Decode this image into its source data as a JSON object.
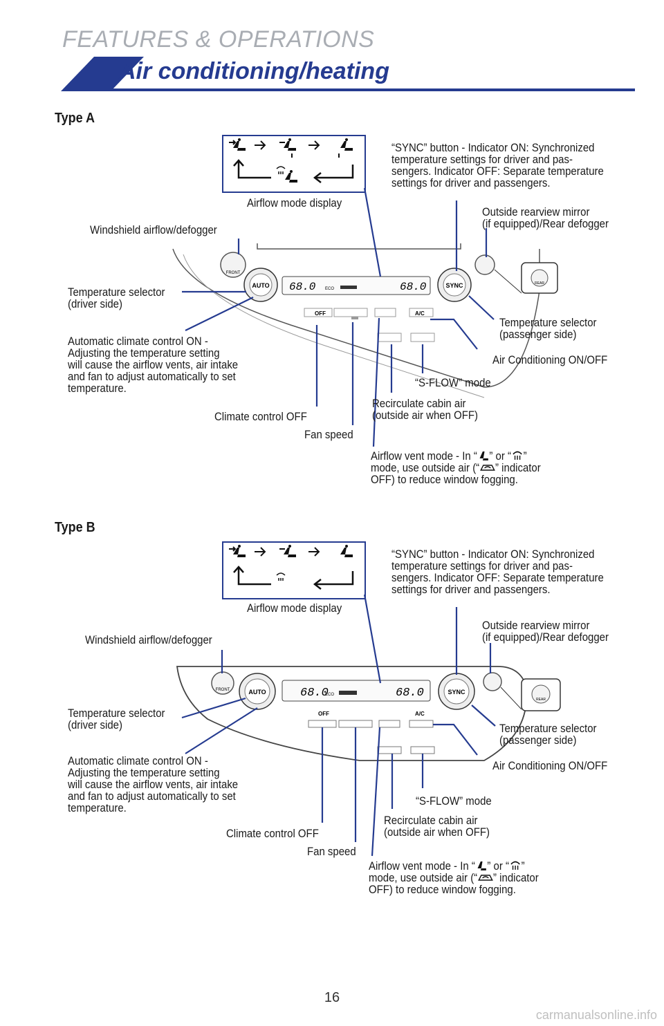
{
  "header": {
    "section": "FEATURES & OPERATIONS",
    "title": "Air conditioning/heating"
  },
  "colors": {
    "accent": "#253b90",
    "callout_line": "#253b90",
    "section_gray": "#a9adb3"
  },
  "type_a": {
    "label": "Type A",
    "airflow_display": "Airflow mode display",
    "sync": "“SYNC” button - Indicator ON: Synchronized\ntemperature settings for driver and pas-\nsengers. Indicator OFF: Separate temperature\nsettings for driver and passengers.",
    "windshield": "Windshield airflow/defogger",
    "mirror": "Outside rearview mirror\n(if equipped)/Rear defogger",
    "temp_driver": "Temperature selector\n(driver side)",
    "temp_passenger": "Temperature selector\n(passenger side)",
    "auto": "Automatic climate control ON -\nAdjusting the temperature setting\nwill cause the airflow vents, air intake\nand fan to adjust automatically to set\ntemperature.",
    "ac": "Air Conditioning ON/OFF",
    "sflow": "“S-FLOW” mode",
    "recirc": "Recirculate cabin air\n(outside air when OFF)",
    "off": "Climate control OFF",
    "fan": "Fan speed",
    "vent_1": "Airflow vent mode - In “",
    "vent_2": "” or “",
    "vent_3": "”",
    "vent_4": "mode, use outside air (“",
    "vent_5": "” indicator",
    "vent_6": "OFF) to reduce window fogging.",
    "display_left": "68.0",
    "display_right": "68.0",
    "display_eco": "ECO",
    "btn_auto": "AUTO",
    "btn_sync": "SYNC",
    "btn_front": "FRONT",
    "btn_rear": "REAR",
    "btn_off": "OFF",
    "btn_ac": "A/C"
  },
  "type_b": {
    "label": "Type B",
    "airflow_display": "Airflow mode display",
    "sync": "“SYNC” button - Indicator ON: Synchronized\ntemperature settings for driver and pas-\nsengers. Indicator OFF: Separate temperature\nsettings for driver and passengers.",
    "windshield": "Windshield airflow/defogger",
    "mirror": "Outside rearview mirror\n(if equipped)/Rear defogger",
    "temp_driver": "Temperature selector\n(driver side)",
    "temp_passenger": "Temperature selector\n(passenger side)",
    "auto": "Automatic climate control ON -\nAdjusting the temperature setting\nwill cause the airflow vents, air intake\nand fan to adjust automatically to set\ntemperature.",
    "ac": "Air Conditioning ON/OFF",
    "sflow": "“S-FLOW” mode",
    "recirc": "Recirculate cabin air\n(outside air when OFF)",
    "off": "Climate control OFF",
    "fan": "Fan speed",
    "vent_1": "Airflow vent mode - In “",
    "vent_2": "” or “",
    "vent_3": "”",
    "vent_4": "mode, use outside air (“",
    "vent_5": "” indicator",
    "vent_6": "OFF) to reduce window fogging.",
    "display_left": "68.0",
    "display_right": "68.0",
    "display_eco": "ECO",
    "btn_auto": "AUTO",
    "btn_sync": "SYNC",
    "btn_front": "FRONT",
    "btn_rear": "REAR",
    "btn_off": "OFF",
    "btn_ac": "A/C"
  },
  "footer": {
    "page_number": "16",
    "watermark": "carmanualsonline.info"
  }
}
